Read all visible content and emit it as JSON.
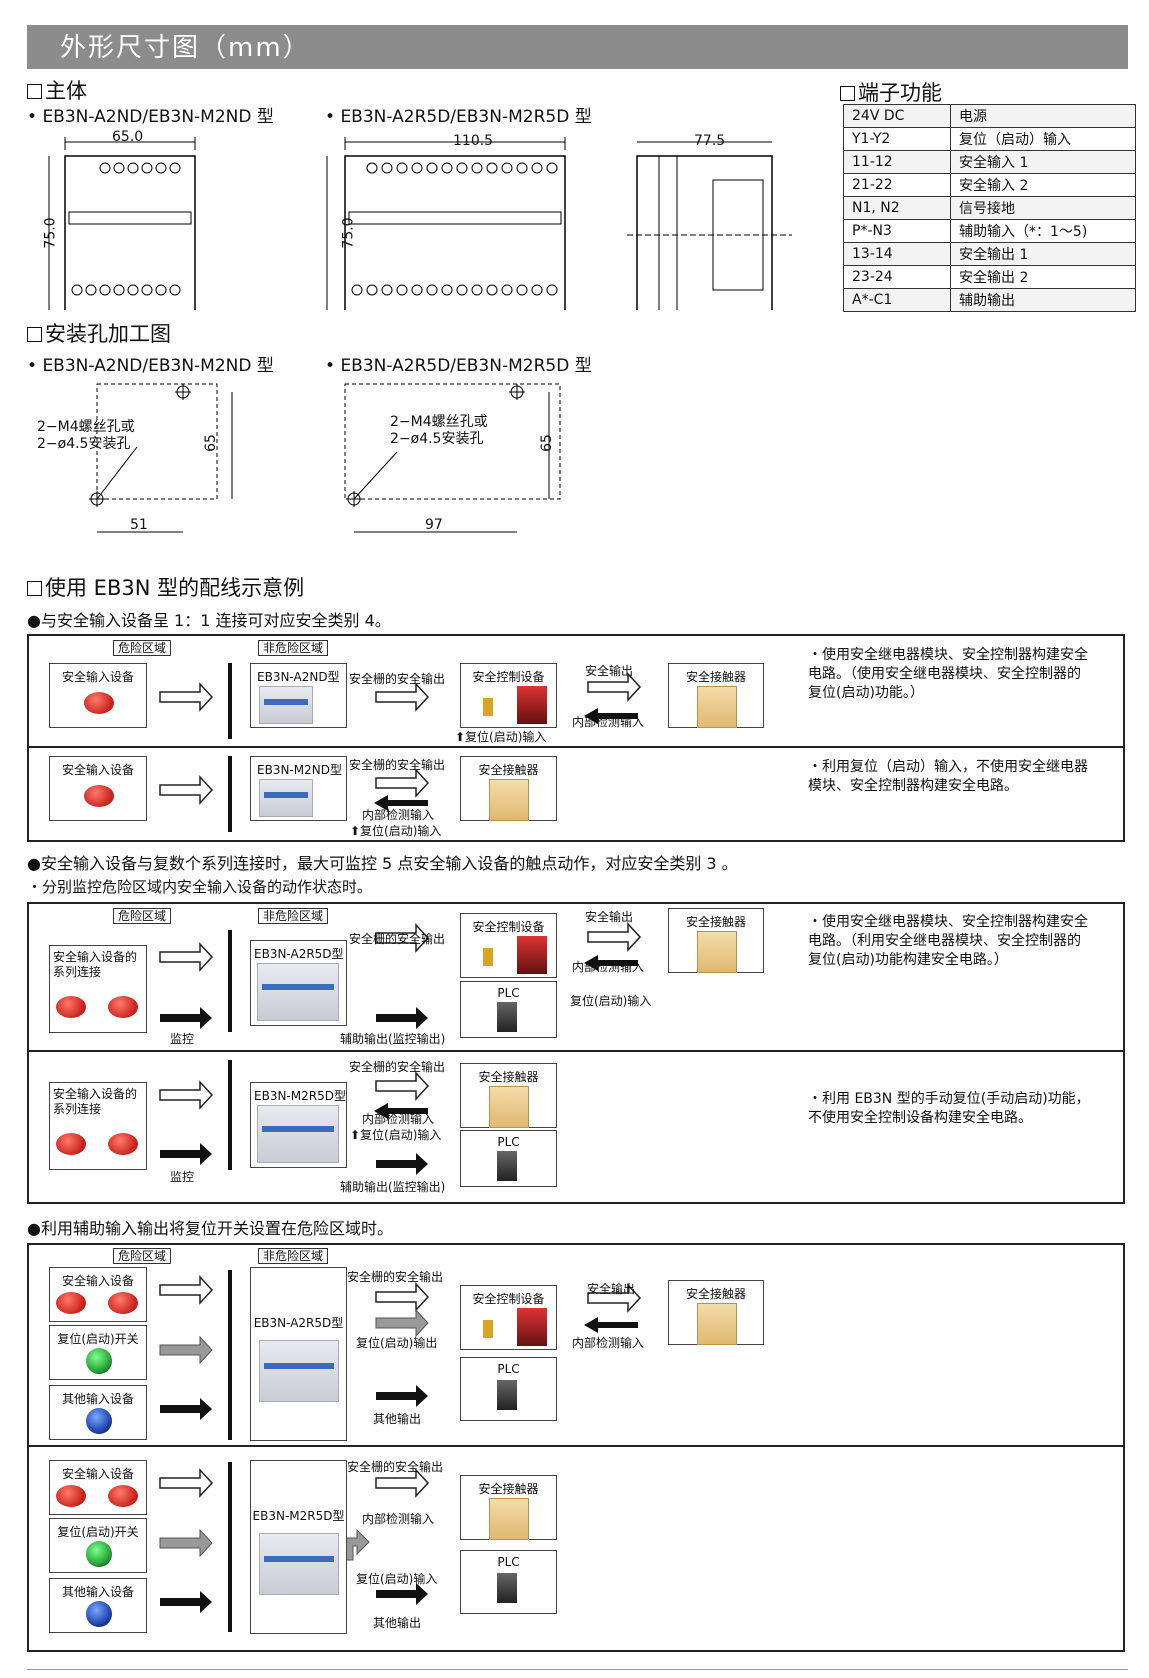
{
  "header": {
    "title": "外形尺寸图（mm）"
  },
  "main_unit": {
    "heading": "主体",
    "model_a": "EB3N-A2ND/EB3N-M2ND 型",
    "model_b": "EB3N-A2R5D/EB3N-M2R5D 型",
    "width_a": "65.0",
    "width_b": "110.5",
    "depth": "77.5",
    "height_a": "75.0",
    "height_b": "75.0"
  },
  "terminals": {
    "heading": "端子功能",
    "rows": [
      [
        "24V DC",
        "电源"
      ],
      [
        "Y1-Y2",
        "复位（启动）输入"
      ],
      [
        "11-12",
        "安全输入 1"
      ],
      [
        "21-22",
        "安全输入 2"
      ],
      [
        "N1, N2",
        "信号接地"
      ],
      [
        "P*-N3",
        "辅助输入（*：1～5)"
      ],
      [
        "13-14",
        "安全输出 1"
      ],
      [
        "23-24",
        "安全输出 2"
      ],
      [
        "A*-C1",
        "辅助输出"
      ]
    ]
  },
  "mounting": {
    "heading": "安装孔加工图",
    "model_a": "EB3N-A2ND/EB3N-M2ND 型",
    "model_b": "EB3N-A2R5D/EB3N-M2R5D 型",
    "hole_note_1": "2−M4螺丝孔或",
    "hole_note_2": "2−ø4.5安装孔",
    "width_a": "51",
    "width_b": "97",
    "height_a": "65",
    "height_b": "65"
  },
  "wiring": {
    "heading": "使用 EB3N 型的配线示意例",
    "case1_title": "●与安全输入设备呈 1：1 连接可对应安全类别 4。",
    "case2_title": "●安全输入设备与复数个系列连接时，最大可监控 5 点安全输入设备的触点动作，对应安全类别 3 。",
    "case2_sub": "・分别监控危险区域内安全输入设备的动作状态时。",
    "case3_title": "●利用辅助输入输出将复位开关设置在危险区域时。",
    "labels": {
      "danger_zone": "危险区域",
      "safe_zone": "非危险区域",
      "safety_input_device": "安全输入设备",
      "series_device_1": "安全输入设备的系列连接",
      "series_device_2": "安全输入设备的系列连接",
      "reset_switch": "复位(启动)开关",
      "other_input": "其他输入设备",
      "model_a2nd": "EB3N-A2ND型",
      "model_m2nd": "EB3N-M2ND型",
      "model_a2r5d": "EB3N-A2R5D型",
      "model_m2r5d": "EB3N-M2R5D型",
      "light_curtain_out": "安全栅的安全输出",
      "safety_controller": "安全控制设备",
      "safety_output": "安全输出",
      "internal_check": "内部检测输入",
      "reset_input": "复位(启动)输入",
      "reset_input_arrow": "⬆复位(启动)输入",
      "reset_output": "复位(启动)输出",
      "safety_contactor": "安全接触器",
      "plc": "PLC",
      "monitor": "监控",
      "aux_output": "辅助输出(监控输出)",
      "other_output": "其他输出"
    },
    "notes": {
      "n1": "・使用安全继电器模块、安全控制器构建安全电路。（使用安全继电器模块、安全控制器的复位(启动)功能。）",
      "n2": "・利用复位（启动）输入，不使用安全继电器模块、安全控制器构建安全电路。",
      "n3": "・使用安全继电器模块、安全控制器构建安全电路。（利用安全继电器模块、安全控制器的复位(启动)功能构建安全电路。）",
      "n4": "・利用 EB3N 型的手动复位(手动启动)功能，不使用安全控制设备构建安全电路。"
    }
  }
}
